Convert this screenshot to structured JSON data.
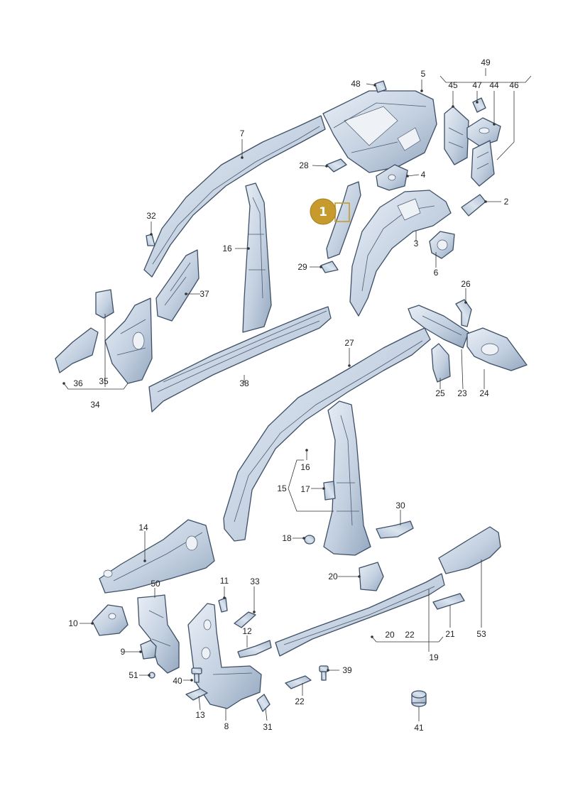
{
  "colors": {
    "part_light": "#dfe7f1",
    "part_mid": "#b7c6d8",
    "part_dark": "#8a9db6",
    "outline": "#3d4f66",
    "highlight": "#c69a2c"
  },
  "highlight_badge": {
    "label": "1"
  },
  "callouts": {
    "c49": "49",
    "c5": "5",
    "c48": "48",
    "c45": "45",
    "c47": "47",
    "c44": "44",
    "c46": "46",
    "c7": "7",
    "c28": "28",
    "c4": "4",
    "c2": "2",
    "c32": "32",
    "c16a": "16",
    "c3": "3",
    "c6": "6",
    "c29": "29",
    "c37": "37",
    "c26": "26",
    "c27": "27",
    "c36": "36",
    "c35": "35",
    "c34": "34",
    "c38": "38",
    "c25": "25",
    "c23": "23",
    "c24": "24",
    "c16b": "16",
    "c15": "15",
    "c17": "17",
    "c30": "30",
    "c14": "14",
    "c18": "18",
    "c20a": "20",
    "c11": "11",
    "c33": "33",
    "c50": "50",
    "c10": "10",
    "c12": "12",
    "c9": "9",
    "c51": "51",
    "c40": "40",
    "c39": "39",
    "c13": "13",
    "c22a": "22",
    "c8": "8",
    "c31": "31",
    "c20b": "20",
    "c22b": "22",
    "c21": "21",
    "c53": "53",
    "c19": "19",
    "c41": "41"
  }
}
